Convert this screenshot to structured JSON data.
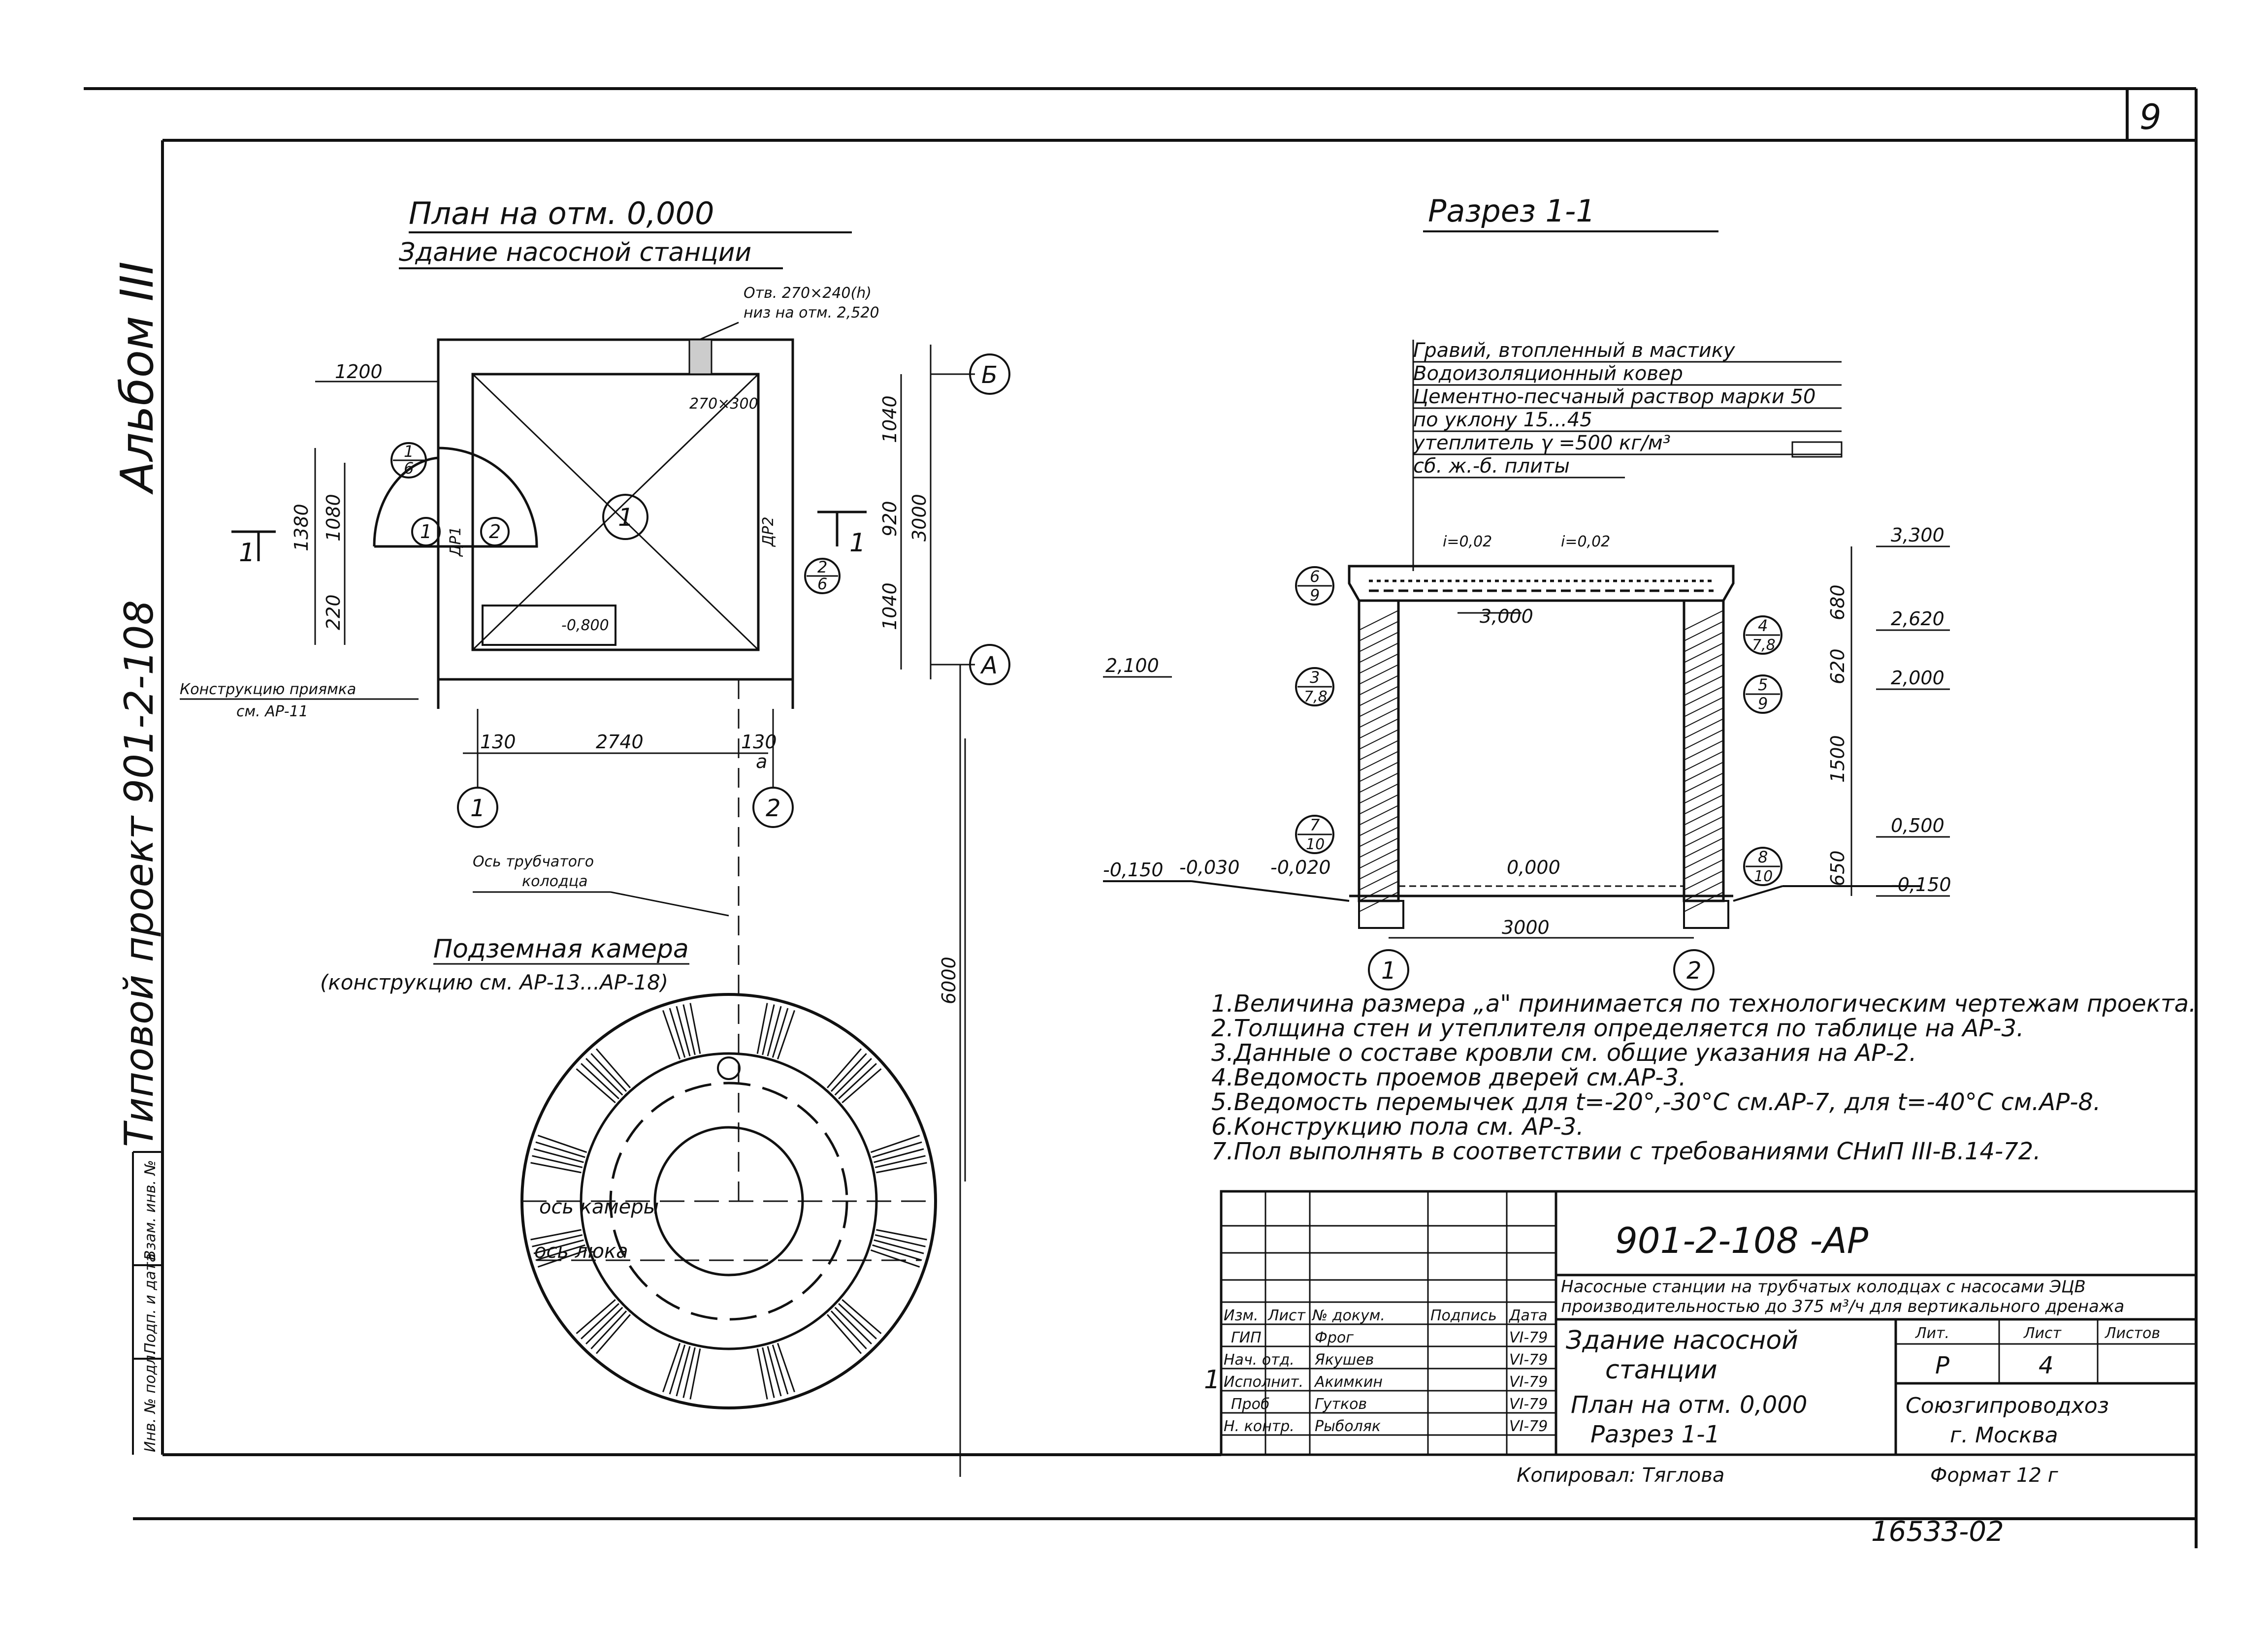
{
  "sheet_number": "9",
  "margin_labels": {
    "album": "Альбом III",
    "project": "Типовой проект   901-2-108",
    "field1": "Инв. № подл.",
    "field2": "Подп. и дата",
    "field3": "Взам. инв. №"
  },
  "plan": {
    "title": "План на отм. 0,000",
    "subtitle": "Здание насосной станции",
    "callout": [
      "Отв. 270×240(h)",
      "низ на отм. 2,520"
    ],
    "pit_note": [
      "Конструкцию приямка",
      "см. АР-11"
    ],
    "dims": {
      "top_1200": "1200",
      "left_1380": "1380",
      "left_1080": "1080",
      "left_220": "220",
      "right_1040a": "1040",
      "right_920": "920",
      "right_1040b": "1040",
      "right_3000": "3000",
      "bottom_130": "130",
      "bottom_2740": "2740",
      "bottom_130b": "130",
      "bottom_a": "a",
      "vert_6000": "6000",
      "pit_level": "-0,800",
      "opening_270": "270×300"
    },
    "axes": {
      "b": "Б",
      "a": "А",
      "n1": "1",
      "n2": "2"
    },
    "rooms": {
      "r1": "1",
      "r2": "2",
      "r1b": "1"
    },
    "doors": {
      "d1": "ДР1",
      "d2": "ДР2"
    },
    "section_mark": "1",
    "tags": {
      "t1": [
        "1",
        "6"
      ],
      "t2": [
        "2",
        "6"
      ]
    }
  },
  "underground": {
    "pipe_axis": [
      "Ось трубчатого",
      "колодца"
    ],
    "title": "Подземная камера",
    "subtitle": "(конструкцию см. АР-13...АР-18)",
    "axis_chamber": "ось камеры",
    "axis_hatch": "ось люка"
  },
  "section": {
    "title": "Разрез 1-1",
    "layers": [
      "Гравий, втопленный в мастику",
      "Водоизоляционный ковер",
      "Цементно-песчаный раствор марки 50",
      "по уклону 15...45",
      "утеплитель γ =500 кг/м³",
      "сб. ж.-б. плиты"
    ],
    "slope_left": "i=0,02",
    "slope_right": "i=0,02",
    "levels": [
      "3,300",
      "2,620",
      "2,000",
      "0,500",
      "-0,150"
    ],
    "level_left": "2,100",
    "level_inner": "3,000",
    "ground_levels": [
      "-0,150",
      "-0,030",
      "-0,020",
      "0,000"
    ],
    "dims_right": [
      "680",
      "620",
      "1500",
      "650"
    ],
    "dim_bottom": "3000",
    "axes": [
      "1",
      "2"
    ],
    "tags": [
      {
        "top": "6",
        "bottom": "9"
      },
      {
        "top": "3",
        "bottom": "7,8"
      },
      {
        "top": "7",
        "bottom": "10"
      },
      {
        "top": "4",
        "bottom": "7,8"
      },
      {
        "top": "5",
        "bottom": "9"
      },
      {
        "top": "8",
        "bottom": "10"
      }
    ]
  },
  "notes": [
    "1.Величина размера „а\" принимается по технологическим чертежам проекта.",
    "2.Толщина стен и утеплителя определяется по таблице на АР-3.",
    "3.Данные о составе кровли см. общие указания на АР-2.",
    "4.Ведомость проемов дверей см.АР-3.",
    "5.Ведомость перемычек для t=-20°,-30°С см.АР-7, для t=-40°С см.АР-8.",
    "6.Конструкцию пола см. АР-3.",
    "7.Пол выполнять в соответствии с требованиями СНиП III-В.14-72."
  ],
  "stamp": {
    "code": "901-2-108      -АР",
    "project_desc": [
      "Насосные станции на трубчатых колодцах с насосами ЭЦВ",
      "производительностью до 375 м³/ч для вертикального дренажа"
    ],
    "header": [
      "Изм.",
      "Лист",
      "№ докум.",
      "Подпись",
      "Дата"
    ],
    "rows": [
      {
        "role": "ГИП",
        "name": "Фрог",
        "date": "VI-79"
      },
      {
        "role": "Нач. отд.",
        "name": "Якушев",
        "date": "VI-79"
      },
      {
        "role": "Исполнит.",
        "name": "Акимкин",
        "date": "VI-79"
      },
      {
        "role": "Проб",
        "name": "Гутков",
        "date": "VI-79"
      },
      {
        "role": "Н. контр.",
        "name": "Рыболяк",
        "date": "VI-79"
      }
    ],
    "change_mark": "1",
    "building": [
      "Здание насосной",
      "станции"
    ],
    "drawing": [
      "План на отм. 0,000",
      "Разрез 1-1"
    ],
    "stage_label": "Лит.",
    "sheet_label": "Лист",
    "sheets_label": "Листов",
    "stage": "Р",
    "sheet": "4",
    "org": [
      "Союзгипроводхоз",
      "г. Москва"
    ]
  },
  "footer": {
    "copied": "Копировал: Тяглова",
    "format": "Формат 12 г",
    "number": "16533-02"
  }
}
